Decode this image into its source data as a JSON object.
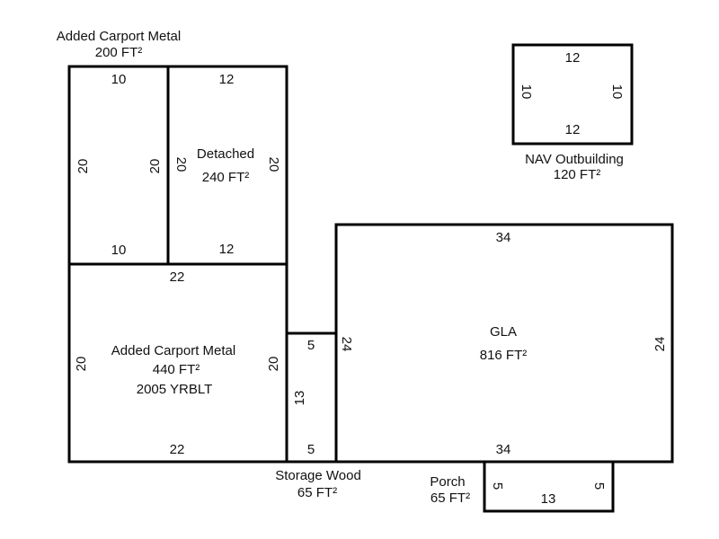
{
  "areas": {
    "carport_top": {
      "name": "Added Carport Metal",
      "area": "200 FT²"
    },
    "detached": {
      "name": "Detached",
      "area": "240 FT²"
    },
    "carport_bottom": {
      "name": "Added Carport Metal",
      "area": "440 FT²",
      "note": "2005 YRBLT"
    },
    "storage": {
      "name": "Storage Wood",
      "area": "65 FT²"
    },
    "gla": {
      "name": "GLA",
      "area": "816 FT²"
    },
    "porch": {
      "name": "Porch",
      "area": "65 FT²"
    },
    "nav": {
      "name": "NAV Outbuilding",
      "area": "120 FT²"
    }
  },
  "dims": {
    "carport_top_top": "10",
    "carport_top_bottom": "10",
    "carport_top_left": "20",
    "carport_top_right": "20",
    "detached_top": "12",
    "detached_bottom": "12",
    "detached_left": "20",
    "detached_right": "20",
    "carport_bottom_top": "22",
    "carport_bottom_bottom": "22",
    "carport_bottom_left": "20",
    "carport_bottom_right": "20",
    "storage_top": "5",
    "storage_bottom": "5",
    "storage_side": "13",
    "gla_top": "34",
    "gla_bottom": "34",
    "gla_left": "24",
    "gla_right": "24",
    "porch_left": "5",
    "porch_right": "5",
    "porch_bottom": "13",
    "nav_top": "12",
    "nav_bottom": "12",
    "nav_left": "10",
    "nav_right": "10"
  }
}
